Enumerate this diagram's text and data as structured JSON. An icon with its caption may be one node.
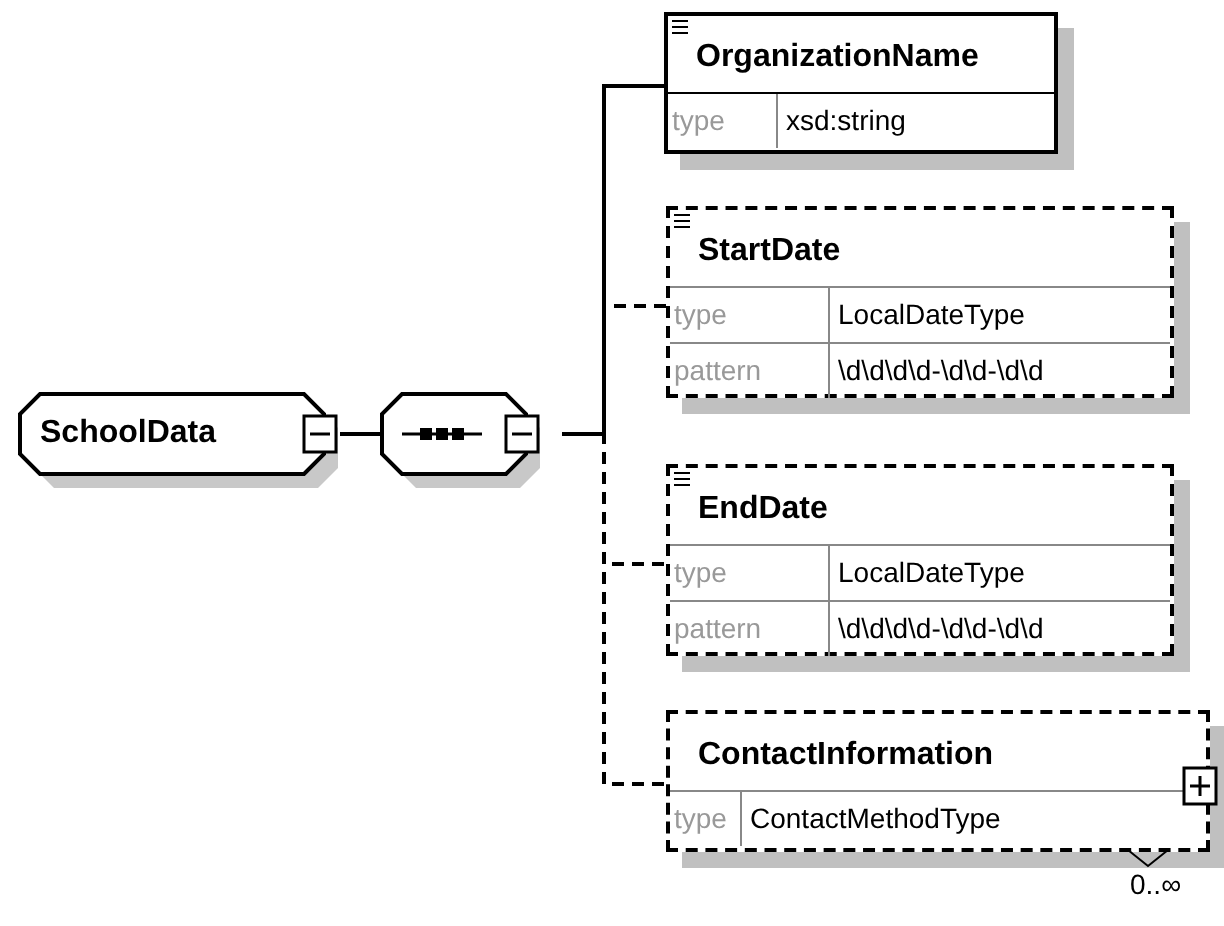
{
  "diagram": {
    "nodes": [
      {
        "text": [
          "SchoolData"
        ]
      },
      {
        "text": [],
        "shape": "octagon"
      },
      {
        "text": [
          "OrganizationName",
          "type",
          "xsd:string"
        ]
      },
      {
        "text": [
          "StartDate",
          "type",
          "LocalDateType",
          "pattern",
          "\\d\\d\\d\\d-\\d\\d-\\d\\d"
        ]
      },
      {
        "text": [
          "EndDate",
          "type",
          "LocalDateType",
          "pattern",
          "\\d\\d\\d\\d-\\d\\d-\\d\\d"
        ]
      },
      {
        "text": [
          "ContactInformation",
          "type",
          "ContactMethodType"
        ],
        "beside": [
          "0..∞"
        ]
      }
    ],
    "edges": [
      {
        "from": 0,
        "to": 1,
        "arrow": "none"
      },
      {
        "from": 1,
        "to": 2,
        "arrow": "none"
      },
      {
        "from": 1,
        "to": 3,
        "arrow": "none",
        "style": "dashed"
      },
      {
        "from": 1,
        "to": 4,
        "arrow": "none",
        "style": "dashed"
      },
      {
        "from": 1,
        "to": 5,
        "arrow": "none",
        "style": "dashed"
      }
    ]
  }
}
